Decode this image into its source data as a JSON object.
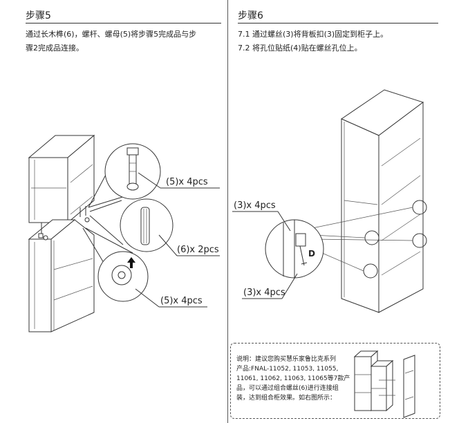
{
  "left": {
    "title": "步骤5",
    "line1": "通过长木榫(6)，螺杆、螺母(5)将步骤5完成品与步",
    "line2": "骤2完成品连接。",
    "callout_top": "(5)x 4pcs",
    "callout_middle": "(6)x 2pcs",
    "callout_bottom": "(5)x 4pcs"
  },
  "right": {
    "title": "步骤6",
    "line1": "7.1  通过螺丝(3)将背板扣(3)固定到柜子上。",
    "line2": "7.2  将孔位贴纸(4)贴在螺丝孔位上。",
    "callout_top": "(3)x 4pcs",
    "callout_bottom": "(3)x 4pcs",
    "marker_d": "D"
  },
  "note": {
    "line1": "说明：建议您购买慧乐家鲁比克系列",
    "line2": "产品:FNAL-11052, 11053, 11055,",
    "line3": "11061, 11062, 11063, 11065等7款产",
    "line4": "品，可以通过组合螺丝(6)进行连接组",
    "line5": "装，达到组合柜效果。如右图所示："
  }
}
